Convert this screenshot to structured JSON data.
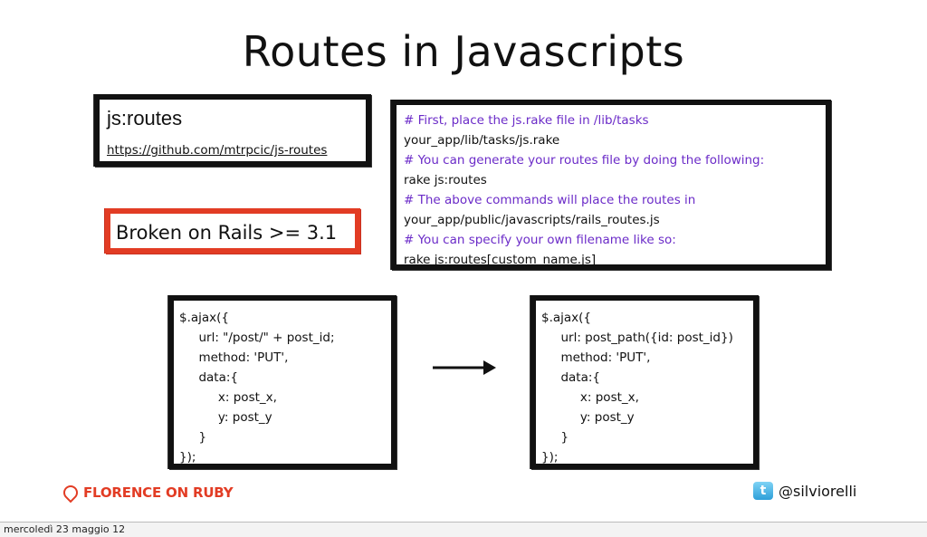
{
  "slide": {
    "title": "Routes in Javascripts",
    "jsroutes": {
      "name": "js:routes",
      "url": "https://github.com/mtrpcic/js-routes"
    },
    "broken_label": "Broken on Rails >= 3.1",
    "rake_lines": [
      "# First, place the js.rake file in /lib/tasks",
      "your_app/lib/tasks/js.rake",
      "# You can generate your routes file by doing the following:",
      "rake js:routes",
      "# The above commands will place the routes in",
      "your_app/public/javascripts/rails_routes.js",
      "# You can specify your own filename like so:",
      "rake js:routes[custom_name.js]"
    ],
    "code_before": "$.ajax({\n     url: \"/post/\" + post_id;\n     method: 'PUT',\n     data:{\n          x: post_x,\n          y: post_y\n     }\n});",
    "code_after": "$.ajax({\n     url: post_path({id: post_id})\n     method: 'PUT',\n     data:{\n          x: post_x,\n          y: post_y\n     }\n});",
    "logo_text": "FLORENCE ON RUBY",
    "twitter_handle": "@silviorelli"
  },
  "taskbar": {
    "date": "mercoledì 23 maggio 12"
  },
  "colors": {
    "accent_red": "#e23c24",
    "comment_purple": "#6b2bc8",
    "twitter_blue": "#2e9fd9"
  },
  "icons": [
    "arrow-right-icon",
    "florence-on-ruby-logo",
    "twitter-icon"
  ]
}
